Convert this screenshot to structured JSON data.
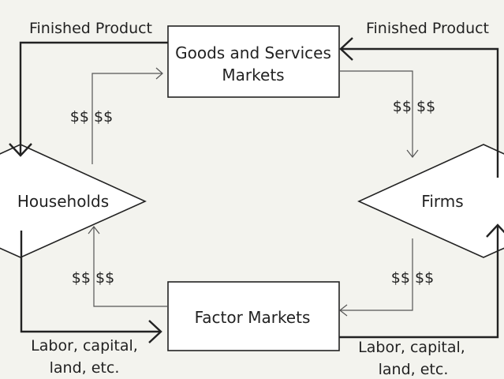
{
  "nodes": {
    "goods_market": [
      "Goods and Services",
      "Markets"
    ],
    "factor_market": "Factor Markets",
    "households": "Households",
    "firms": "Firms"
  },
  "labels": {
    "finished_product_left": "Finished Product",
    "finished_product_right": "Finished Product",
    "money_households_to_goods": "$$ $$",
    "money_goods_to_firms": "$$ $$",
    "money_factor_to_households": "$$ $$",
    "money_firms_to_factor": "$$ $$",
    "labor_left": [
      "Labor, capital,",
      "land, etc."
    ],
    "labor_right": [
      "Labor, capital,",
      "land, etc."
    ]
  },
  "colors": {
    "background": "#f3f3ee",
    "box_fill": "#ffffff",
    "stroke": "#222222"
  }
}
